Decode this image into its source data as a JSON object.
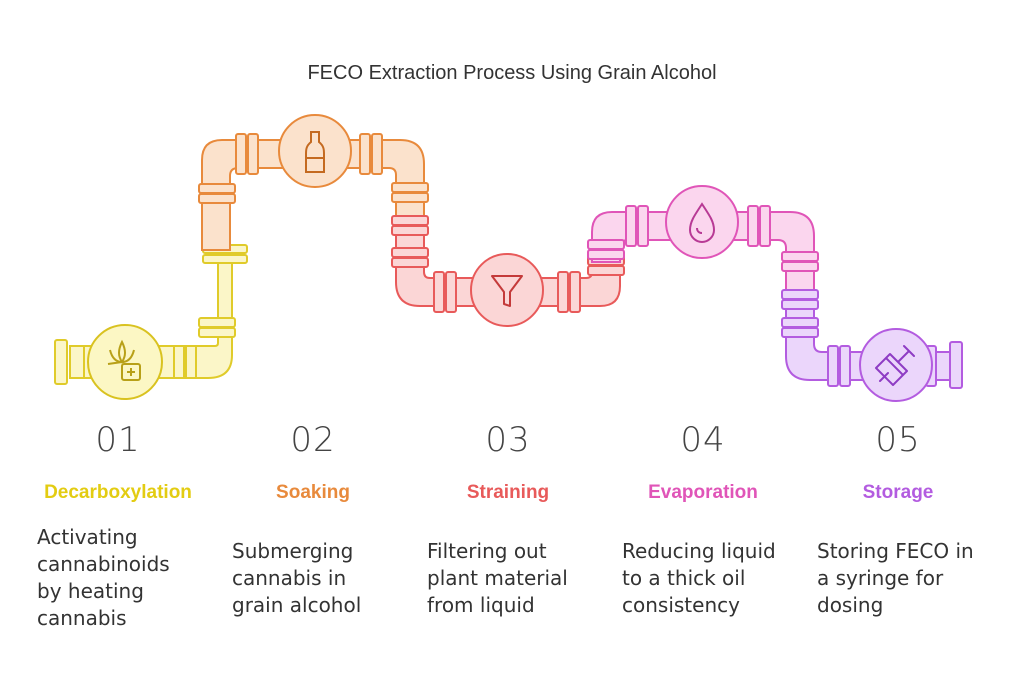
{
  "title": "FECO Extraction Process Using Grain Alcohol",
  "steps": [
    {
      "number": "01",
      "label": "Decarboxylation",
      "desc_lines": [
        "Activating",
        "cannabinoids",
        "by heating",
        "cannabis"
      ],
      "color": "#E3CC12",
      "icon": "cannabis-medical-kit-icon"
    },
    {
      "number": "02",
      "label": "Soaking",
      "desc_lines": [
        "Submerging",
        "cannabis in",
        "grain alcohol"
      ],
      "color": "#E88A3C",
      "icon": "bottle-icon"
    },
    {
      "number": "03",
      "label": "Straining",
      "desc_lines": [
        "Filtering out",
        "plant material",
        "from liquid"
      ],
      "color": "#E85A5A",
      "icon": "funnel-icon"
    },
    {
      "number": "04",
      "label": "Evaporation",
      "desc_lines": [
        "Reducing liquid",
        "to a thick oil",
        "consistency"
      ],
      "color": "#E055B8",
      "icon": "droplet-icon"
    },
    {
      "number": "05",
      "label": "Storage",
      "desc_lines": [
        "Storing FECO in",
        "a syringe for",
        "dosing"
      ],
      "color": "#B35CE0",
      "icon": "syringe-icon"
    }
  ]
}
